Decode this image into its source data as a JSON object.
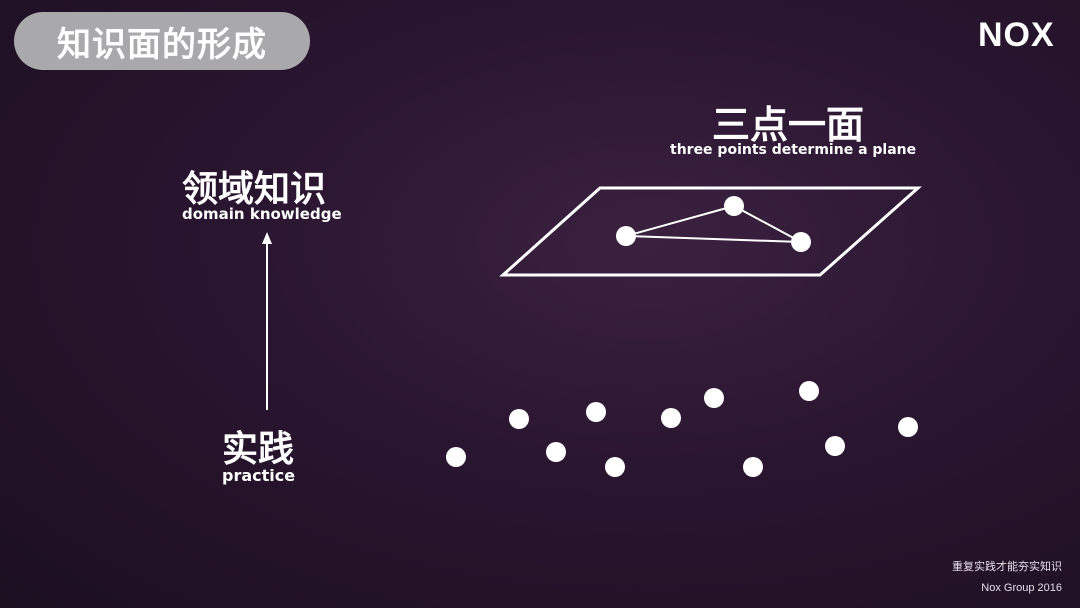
{
  "title": "知识面的形成",
  "logo": "NOX",
  "plane": {
    "title": "三点一面",
    "subtitle": "three points determine a plane"
  },
  "domain": {
    "title": "领域知识",
    "subtitle": "domain knowledge"
  },
  "practice": {
    "title": "实践",
    "subtitle": "practice"
  },
  "footer": {
    "caption": "重复实践才能夯实知识",
    "credit": "Nox Group 2016"
  }
}
